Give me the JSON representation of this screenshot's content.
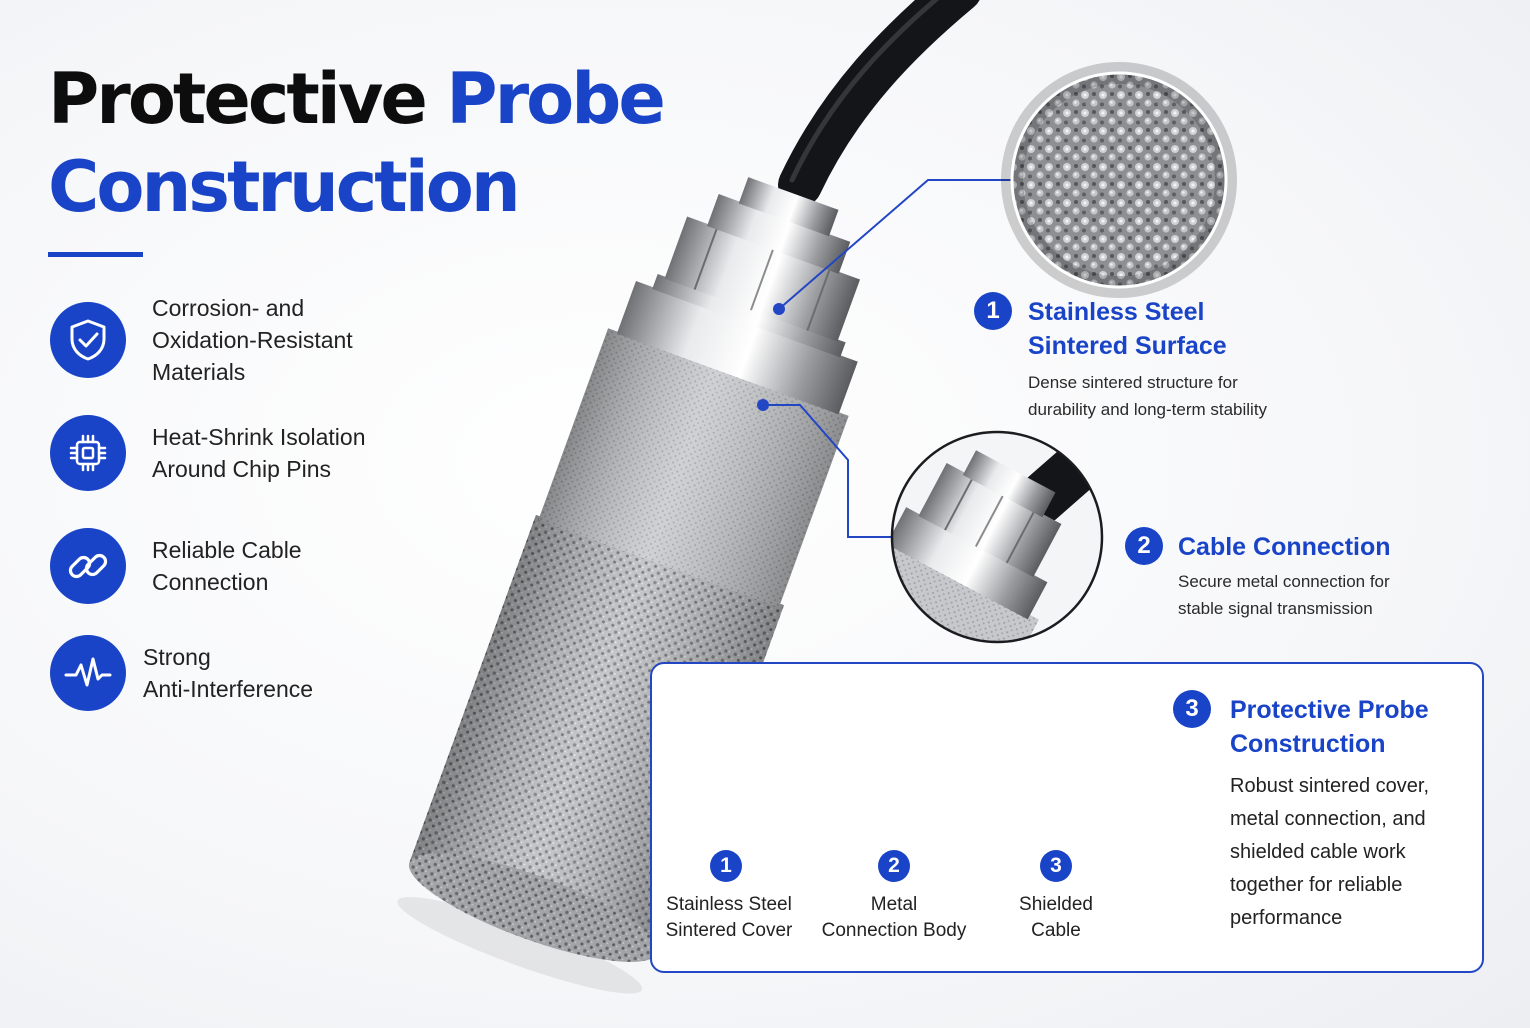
{
  "header": {
    "title_part1": "Protective",
    "title_part2": "Probe",
    "title_line2": "Construction"
  },
  "colors": {
    "accent_blue": "#1a44c8",
    "title_black": "#0d0d0d",
    "cable_black": "#1b1d20",
    "steel_gray": "#b9bbbe"
  },
  "features": [
    {
      "icon": "shield-check-icon",
      "label": "Corrosion- and\nOxidation-Resistant\nMaterials"
    },
    {
      "icon": "chip-icon",
      "label": "Heat-Shrink Isolation\nAround Chip Pins"
    },
    {
      "icon": "link-icon",
      "label": "Reliable Cable\nConnection"
    },
    {
      "icon": "pulse-icon",
      "label": "Strong\nAnti-Interference"
    }
  ],
  "callouts": [
    {
      "number": "1",
      "title": "Stainless Steel\nSintered Surface",
      "description": "Dense sintered structure for\ndurability and long-term stability"
    },
    {
      "number": "2",
      "title": "Cable Connection",
      "description": "Secure metal connection for\nstable signal transmission"
    }
  ],
  "diagram": {
    "number": "3",
    "title": "Protective Probe\nConstruction",
    "description": "Robust sintered cover,\nmetal connection, and\nshielded cable work\ntogether for reliable\nperformance",
    "parts": [
      {
        "number": "1",
        "label": "Stainless Steel\nSintered Cover"
      },
      {
        "number": "2",
        "label": "Metal\nConnection Body"
      },
      {
        "number": "3",
        "label": "Shielded\nCable"
      }
    ]
  }
}
